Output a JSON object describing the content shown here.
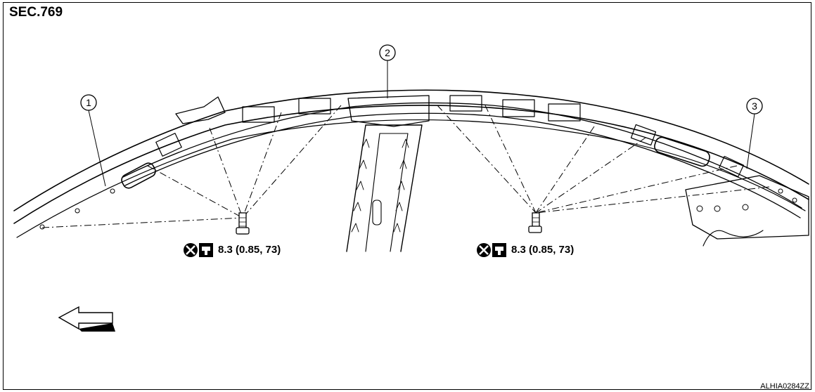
{
  "header": {
    "section_code": "SEC.769"
  },
  "callouts": [
    {
      "number": "1"
    },
    {
      "number": "2"
    },
    {
      "number": "3"
    }
  ],
  "torque_specs": [
    {
      "value": "8.3 (0.85, 73)"
    },
    {
      "value": "8.3 (0.85, 73)"
    }
  ],
  "icons": {
    "do_not_reuse": "do-not-reuse-icon",
    "torque_wrench": "torque-wrench-icon",
    "front_arrow": "front-direction-arrow-icon"
  },
  "footer": {
    "figure_id": "ALHIA0284ZZ"
  }
}
